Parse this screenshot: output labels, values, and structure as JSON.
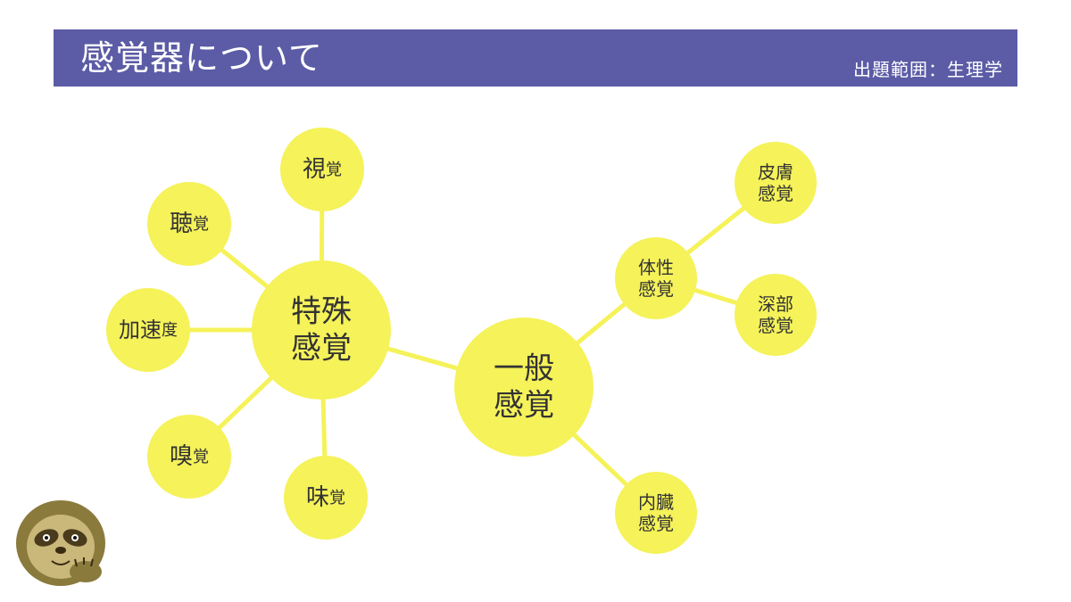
{
  "header": {
    "title": "感覚器について",
    "subject": "出題範囲：生理学"
  },
  "colors": {
    "header_bg": "#5b5ba6",
    "node_fill": "#f5f25a",
    "edge": "#f5f25a",
    "text": "#333333"
  },
  "diagram": {
    "nodes": [
      {
        "id": "special",
        "lines": [
          {
            "main": "特殊"
          },
          {
            "main": "感覚"
          }
        ]
      },
      {
        "id": "general",
        "lines": [
          {
            "main": "一般"
          },
          {
            "main": "感覚"
          }
        ]
      },
      {
        "id": "vision",
        "lines": [
          {
            "main": "視",
            "small": "覚"
          }
        ]
      },
      {
        "id": "hearing",
        "lines": [
          {
            "main": "聴",
            "small": "覚"
          }
        ]
      },
      {
        "id": "acceleration",
        "lines": [
          {
            "main": "加速",
            "small": "度"
          }
        ]
      },
      {
        "id": "smell",
        "lines": [
          {
            "main": "嗅",
            "small": "覚"
          }
        ]
      },
      {
        "id": "taste",
        "lines": [
          {
            "main": "味",
            "small": "覚"
          }
        ]
      },
      {
        "id": "somatic",
        "lines": [
          {
            "main": "体性"
          },
          {
            "main": "感覚"
          }
        ]
      },
      {
        "id": "skin",
        "lines": [
          {
            "main": "皮膚"
          },
          {
            "main": "感覚"
          }
        ]
      },
      {
        "id": "deep",
        "lines": [
          {
            "main": "深部"
          },
          {
            "main": "感覚"
          }
        ]
      },
      {
        "id": "visceral",
        "lines": [
          {
            "main": "内臓"
          },
          {
            "main": "感覚"
          }
        ]
      }
    ],
    "edges": [
      [
        "special",
        "general"
      ],
      [
        "special",
        "vision"
      ],
      [
        "special",
        "hearing"
      ],
      [
        "special",
        "acceleration"
      ],
      [
        "special",
        "smell"
      ],
      [
        "special",
        "taste"
      ],
      [
        "general",
        "somatic"
      ],
      [
        "general",
        "visceral"
      ],
      [
        "somatic",
        "skin"
      ],
      [
        "somatic",
        "deep"
      ]
    ]
  },
  "mascot": {
    "icon": "sloth-mascot-icon"
  }
}
